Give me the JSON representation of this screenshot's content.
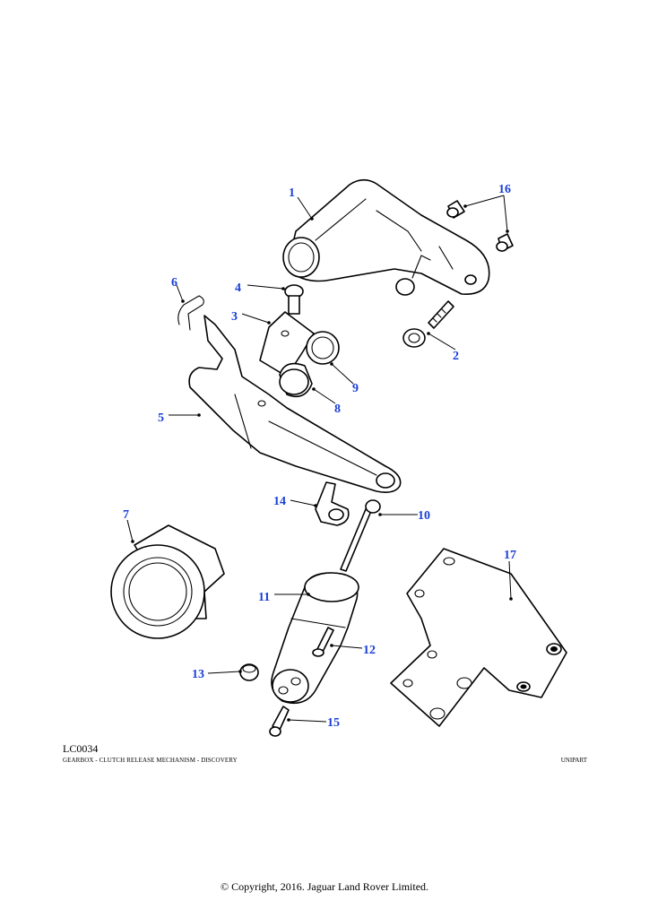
{
  "diagram": {
    "code": "LC0034",
    "caption": "GEARBOX - CLUTCH RELEASE MECHANISM - DISCOVERY",
    "brand": "UNIPART",
    "copyright": "© Copyright, 2016. Jaguar Land Rover Limited.",
    "callouts": [
      "1",
      "2",
      "3",
      "4",
      "5",
      "6",
      "7",
      "8",
      "9",
      "10",
      "11",
      "12",
      "13",
      "14",
      "15",
      "16",
      "17"
    ],
    "callout_color": "#1a3fd6"
  }
}
